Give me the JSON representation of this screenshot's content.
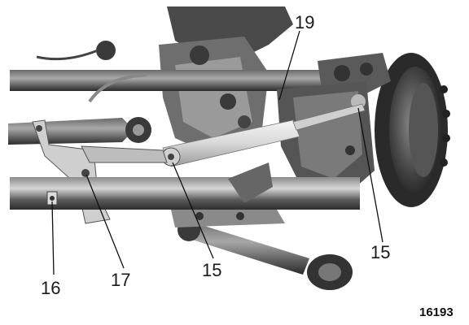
{
  "figure": {
    "number": "16193",
    "callouts": [
      {
        "label": "19"
      },
      {
        "label": "15"
      },
      {
        "label": "15"
      },
      {
        "label": "16"
      },
      {
        "label": "17"
      }
    ]
  },
  "colors": {
    "metal_dark": "#3c3c3c",
    "metal_mid": "#6a6a6a",
    "metal_light": "#bdbdbd",
    "damper": "#e3e3e3",
    "background": "#ffffff"
  }
}
